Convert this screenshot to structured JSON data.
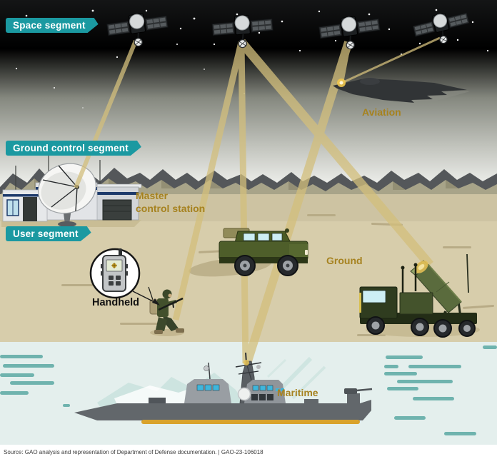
{
  "title": "GPS space, ground control, and user segments (GAO infographic)",
  "banners": {
    "space": {
      "label": "Space segment"
    },
    "ground_control": {
      "label": "Ground control segment"
    },
    "user": {
      "label": "User segment"
    }
  },
  "labels": {
    "master_control_station": "Master\ncontrol station",
    "aviation": "Aviation",
    "ground": "Ground",
    "handheld": "Handheld",
    "maritime": "Maritime"
  },
  "source_line": "Source: GAO analysis and representation of Department of Defense documentation.  |  GAO-23-106018",
  "icons": {
    "satellite": "satellite-icon",
    "signal_beam": "signal-beam",
    "control_station": "satellite-dish-station-icon",
    "handheld_gps": "handheld-gps-icon",
    "soldier": "soldier-icon",
    "armored_vehicle": "armored-vehicle-icon",
    "missile_launcher": "missile-launcher-truck-icon",
    "stealth_bomber": "stealth-bomber-icon",
    "destroyer_ship": "destroyer-ship-icon"
  },
  "colors": {
    "banner_teal": "#1b99a1",
    "label_gold": "#a6821f",
    "beam_gold": "#d3bf7c",
    "sky_top": "#141516",
    "mountain_dark": "#54575a",
    "mountain_khaki": "#a8a489",
    "sand": "#d7cdab",
    "water": "#e4efed",
    "water_dash_teal": "#6fb3ae",
    "ship_waterline_gold": "#d9a22b",
    "military_green": "#4e5e2a"
  }
}
